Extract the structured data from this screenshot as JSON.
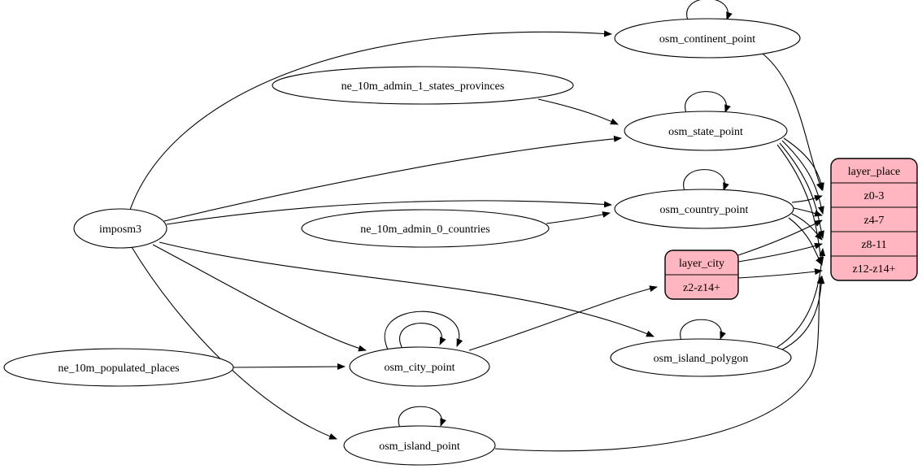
{
  "graph": {
    "type": "etl-dependency-diagram",
    "background_color": "#ffffff",
    "edge_color": "#000000",
    "ellipse_fill": "#ffffff",
    "record_fill": "#ffb6c1",
    "nodes": {
      "imposm3": {
        "label": "imposm3",
        "shape": "ellipse"
      },
      "ne_10m_admin_1_states_provinces": {
        "label": "ne_10m_admin_1_states_provinces",
        "shape": "ellipse"
      },
      "ne_10m_admin_0_countries": {
        "label": "ne_10m_admin_0_countries",
        "shape": "ellipse"
      },
      "ne_10m_populated_places": {
        "label": "ne_10m_populated_places",
        "shape": "ellipse"
      },
      "osm_continent_point": {
        "label": "osm_continent_point",
        "shape": "ellipse"
      },
      "osm_state_point": {
        "label": "osm_state_point",
        "shape": "ellipse"
      },
      "osm_country_point": {
        "label": "osm_country_point",
        "shape": "ellipse"
      },
      "osm_city_point": {
        "label": "osm_city_point",
        "shape": "ellipse"
      },
      "osm_island_polygon": {
        "label": "osm_island_polygon",
        "shape": "ellipse"
      },
      "osm_island_point": {
        "label": "osm_island_point",
        "shape": "ellipse"
      },
      "layer_city": {
        "label": "layer_city",
        "shape": "record",
        "rows": [
          "z2-z14+"
        ]
      },
      "layer_place": {
        "label": "layer_place",
        "shape": "record",
        "rows": [
          "z0-3",
          "z4-7",
          "z8-11",
          "z12-z14+"
        ]
      }
    },
    "edges": [
      {
        "from": "imposm3",
        "to": "osm_continent_point"
      },
      {
        "from": "imposm3",
        "to": "osm_state_point"
      },
      {
        "from": "imposm3",
        "to": "osm_country_point"
      },
      {
        "from": "imposm3",
        "to": "osm_city_point"
      },
      {
        "from": "imposm3",
        "to": "osm_island_polygon"
      },
      {
        "from": "imposm3",
        "to": "osm_island_point"
      },
      {
        "from": "ne_10m_admin_1_states_provinces",
        "to": "osm_state_point"
      },
      {
        "from": "ne_10m_admin_0_countries",
        "to": "osm_country_point"
      },
      {
        "from": "ne_10m_populated_places",
        "to": "osm_city_point"
      },
      {
        "from": "osm_continent_point",
        "to": "osm_continent_point"
      },
      {
        "from": "osm_state_point",
        "to": "osm_state_point"
      },
      {
        "from": "osm_country_point",
        "to": "osm_country_point"
      },
      {
        "from": "osm_city_point",
        "to": "osm_city_point"
      },
      {
        "from": "osm_city_point",
        "to": "osm_city_point"
      },
      {
        "from": "osm_island_polygon",
        "to": "osm_island_polygon"
      },
      {
        "from": "osm_island_point",
        "to": "osm_island_point"
      },
      {
        "from": "osm_continent_point",
        "to": "layer_place:z0-3"
      },
      {
        "from": "osm_state_point",
        "to": "layer_place:z0-3"
      },
      {
        "from": "osm_state_point",
        "to": "layer_place:z4-7"
      },
      {
        "from": "osm_state_point",
        "to": "layer_place:z8-11"
      },
      {
        "from": "osm_state_point",
        "to": "layer_place:z12-z14+"
      },
      {
        "from": "osm_country_point",
        "to": "layer_place:z0-3"
      },
      {
        "from": "osm_country_point",
        "to": "layer_place:z4-7"
      },
      {
        "from": "osm_country_point",
        "to": "layer_place:z8-11"
      },
      {
        "from": "osm_country_point",
        "to": "layer_place:z12-z14+"
      },
      {
        "from": "osm_city_point",
        "to": "layer_city:z2-z14+"
      },
      {
        "from": "layer_city",
        "to": "layer_place:z4-7"
      },
      {
        "from": "layer_city",
        "to": "layer_place:z8-11"
      },
      {
        "from": "layer_city",
        "to": "layer_place:z12-z14+"
      },
      {
        "from": "osm_island_polygon",
        "to": "layer_place:z8-11"
      },
      {
        "from": "osm_island_polygon",
        "to": "layer_place:z12-z14+"
      },
      {
        "from": "osm_island_point",
        "to": "layer_place:z12-z14+"
      }
    ]
  }
}
